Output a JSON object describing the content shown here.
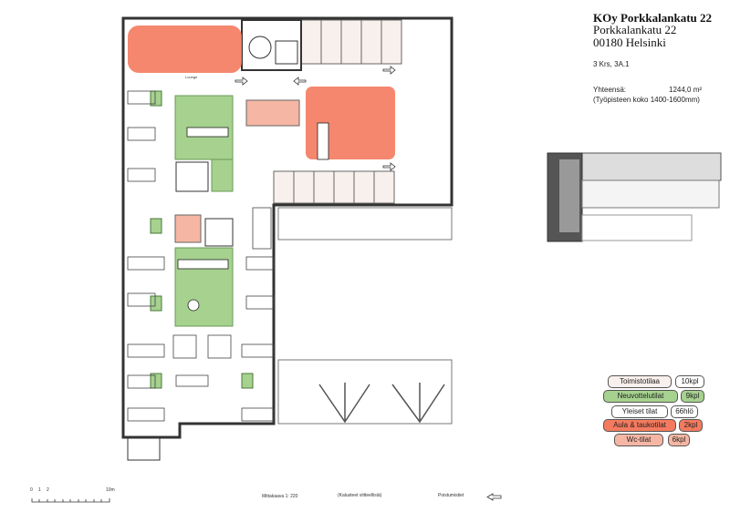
{
  "header": {
    "company": "KOy Porkkalankatu 22",
    "street": "Porkkalankatu 22",
    "city": "00180 Helsinki",
    "floor": "3 Krs, 3A.1",
    "total_label": "Yhteensä:",
    "total_value": "1244,0 m²",
    "workstation_note": "(Työpisteen koko 1400-1600mm)"
  },
  "plan": {
    "lounge_label": "Lounge"
  },
  "legend": [
    {
      "label": "Toimistotilaa",
      "count": "10kpl",
      "color": "#f8f0ec"
    },
    {
      "label": "Neuvottelutilat",
      "count": "9kpl",
      "color": "#a6d18f"
    },
    {
      "label": "Yleiset tilat",
      "count": "66hlö",
      "color": "#ffffff"
    },
    {
      "label": "Aula & taukotilat",
      "count": "2kpl",
      "color": "#f47a5f"
    },
    {
      "label": "Wc-tilat",
      "count": "6kpl",
      "color": "#f5b6a3"
    }
  ],
  "footer": {
    "scale_start": "0",
    "scale_1": "1",
    "scale_2": "2",
    "scale_end": "10m",
    "scale_text": "Mittakaava 1: 220",
    "furniture_note": "(Kalusteet viitteellisiä)",
    "exits_label": "Poistumistiet"
  }
}
